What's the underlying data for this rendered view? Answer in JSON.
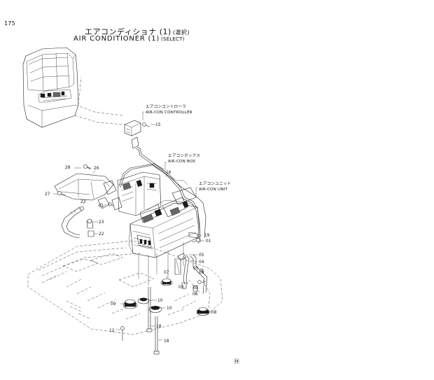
{
  "page": {
    "number": "175",
    "title_jp": "エアコンディショナ (1)",
    "title_jp_select": "(選択)",
    "title_en": "AIR CONDITIONER (1)",
    "title_en_select": "(SELECT)",
    "mark": "⑭"
  },
  "labels": {
    "controller_jp": "エアコンコントローラ",
    "controller_en": "AIR-CON CONTROLLER",
    "box_jp": "エアコンボックス",
    "box_en": "AIR-CON BOX",
    "unit_jp": "エアコンユニット",
    "unit_en": "AIR-CON UNIT"
  },
  "callouts": {
    "c15": "15",
    "c16": "16",
    "c26": "26",
    "c28": "28",
    "c27": "27",
    "c23a": "23",
    "c01a": "01",
    "c23b": "23",
    "c22": "22",
    "c19": "19",
    "c01b": "01",
    "c05a": "05",
    "c04": "04",
    "c05b": "05",
    "c09a": "09",
    "c07": "07",
    "c03": "03",
    "c05c": "05",
    "c06": "06",
    "c09b": "09",
    "c10a": "10",
    "c10b": "10",
    "c08": "08",
    "c12": "12",
    "c18a": "18",
    "c18b": "18"
  }
}
